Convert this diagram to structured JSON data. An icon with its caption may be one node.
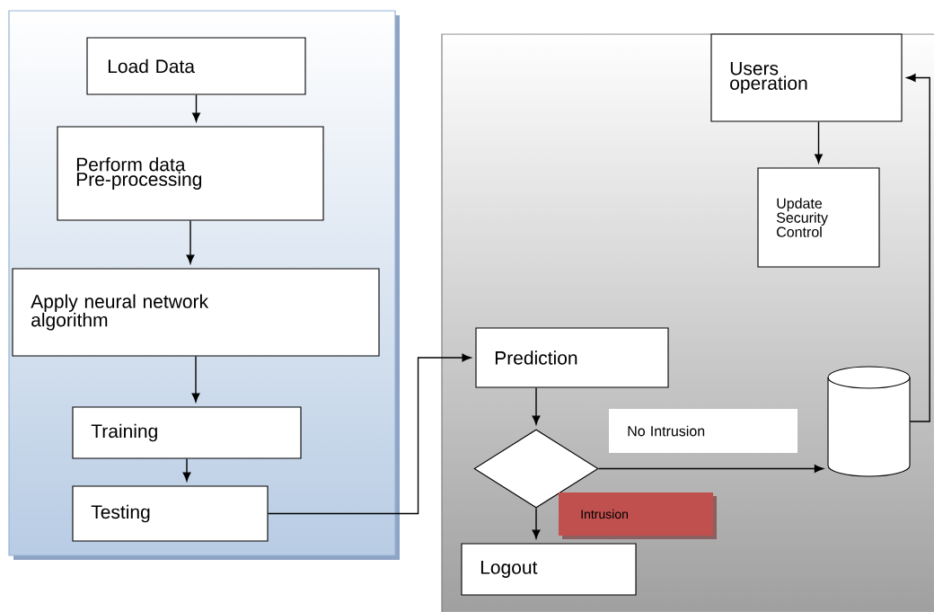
{
  "diagram": {
    "nodes": [
      {
        "text": [],
        "shape": "box"
      },
      {
        "text": [
          "Load Data"
        ],
        "in": 0
      },
      {
        "text": [
          "Perform data Pre-processing"
        ],
        "in": 0
      },
      {
        "text": [
          "Apply neural network algorithm"
        ],
        "in": 0
      },
      {
        "text": [
          "Training"
        ],
        "in": 0
      },
      {
        "text": [
          "Testing"
        ],
        "in": 0
      },
      {
        "text": [],
        "shape": "box"
      },
      {
        "text": [
          "Users operation"
        ],
        "in": 6
      },
      {
        "text": [
          "Update Security Control"
        ],
        "in": 6
      },
      {
        "text": [
          "Prediction"
        ],
        "in": 6
      },
      {
        "text": [],
        "shape": "diamond",
        "in": 6
      },
      {
        "text": [
          "No Intrusion"
        ],
        "in": 6
      },
      {
        "text": [
          "Intrusion"
        ],
        "in": 6
      },
      {
        "text": [],
        "shape": "cylinder",
        "in": 6
      },
      {
        "text": [
          "Logout"
        ],
        "in": 6
      }
    ],
    "edges": [
      {
        "from": 1,
        "to": 2,
        "arrow": "to"
      },
      {
        "from": 2,
        "to": 3,
        "arrow": "to"
      },
      {
        "from": 3,
        "to": 4,
        "arrow": "to"
      },
      {
        "from": 4,
        "to": 5,
        "arrow": "to"
      },
      {
        "from": 5,
        "to": 9,
        "arrow": "to"
      },
      {
        "from": 9,
        "to": 10,
        "arrow": "to"
      },
      {
        "from": 10,
        "to": 13,
        "arrow": "to"
      },
      {
        "from": 10,
        "to": 14,
        "arrow": "to"
      },
      {
        "from": 13,
        "to": 7,
        "arrow": "to"
      },
      {
        "from": 7,
        "to": 8,
        "arrow": "to"
      }
    ]
  }
}
